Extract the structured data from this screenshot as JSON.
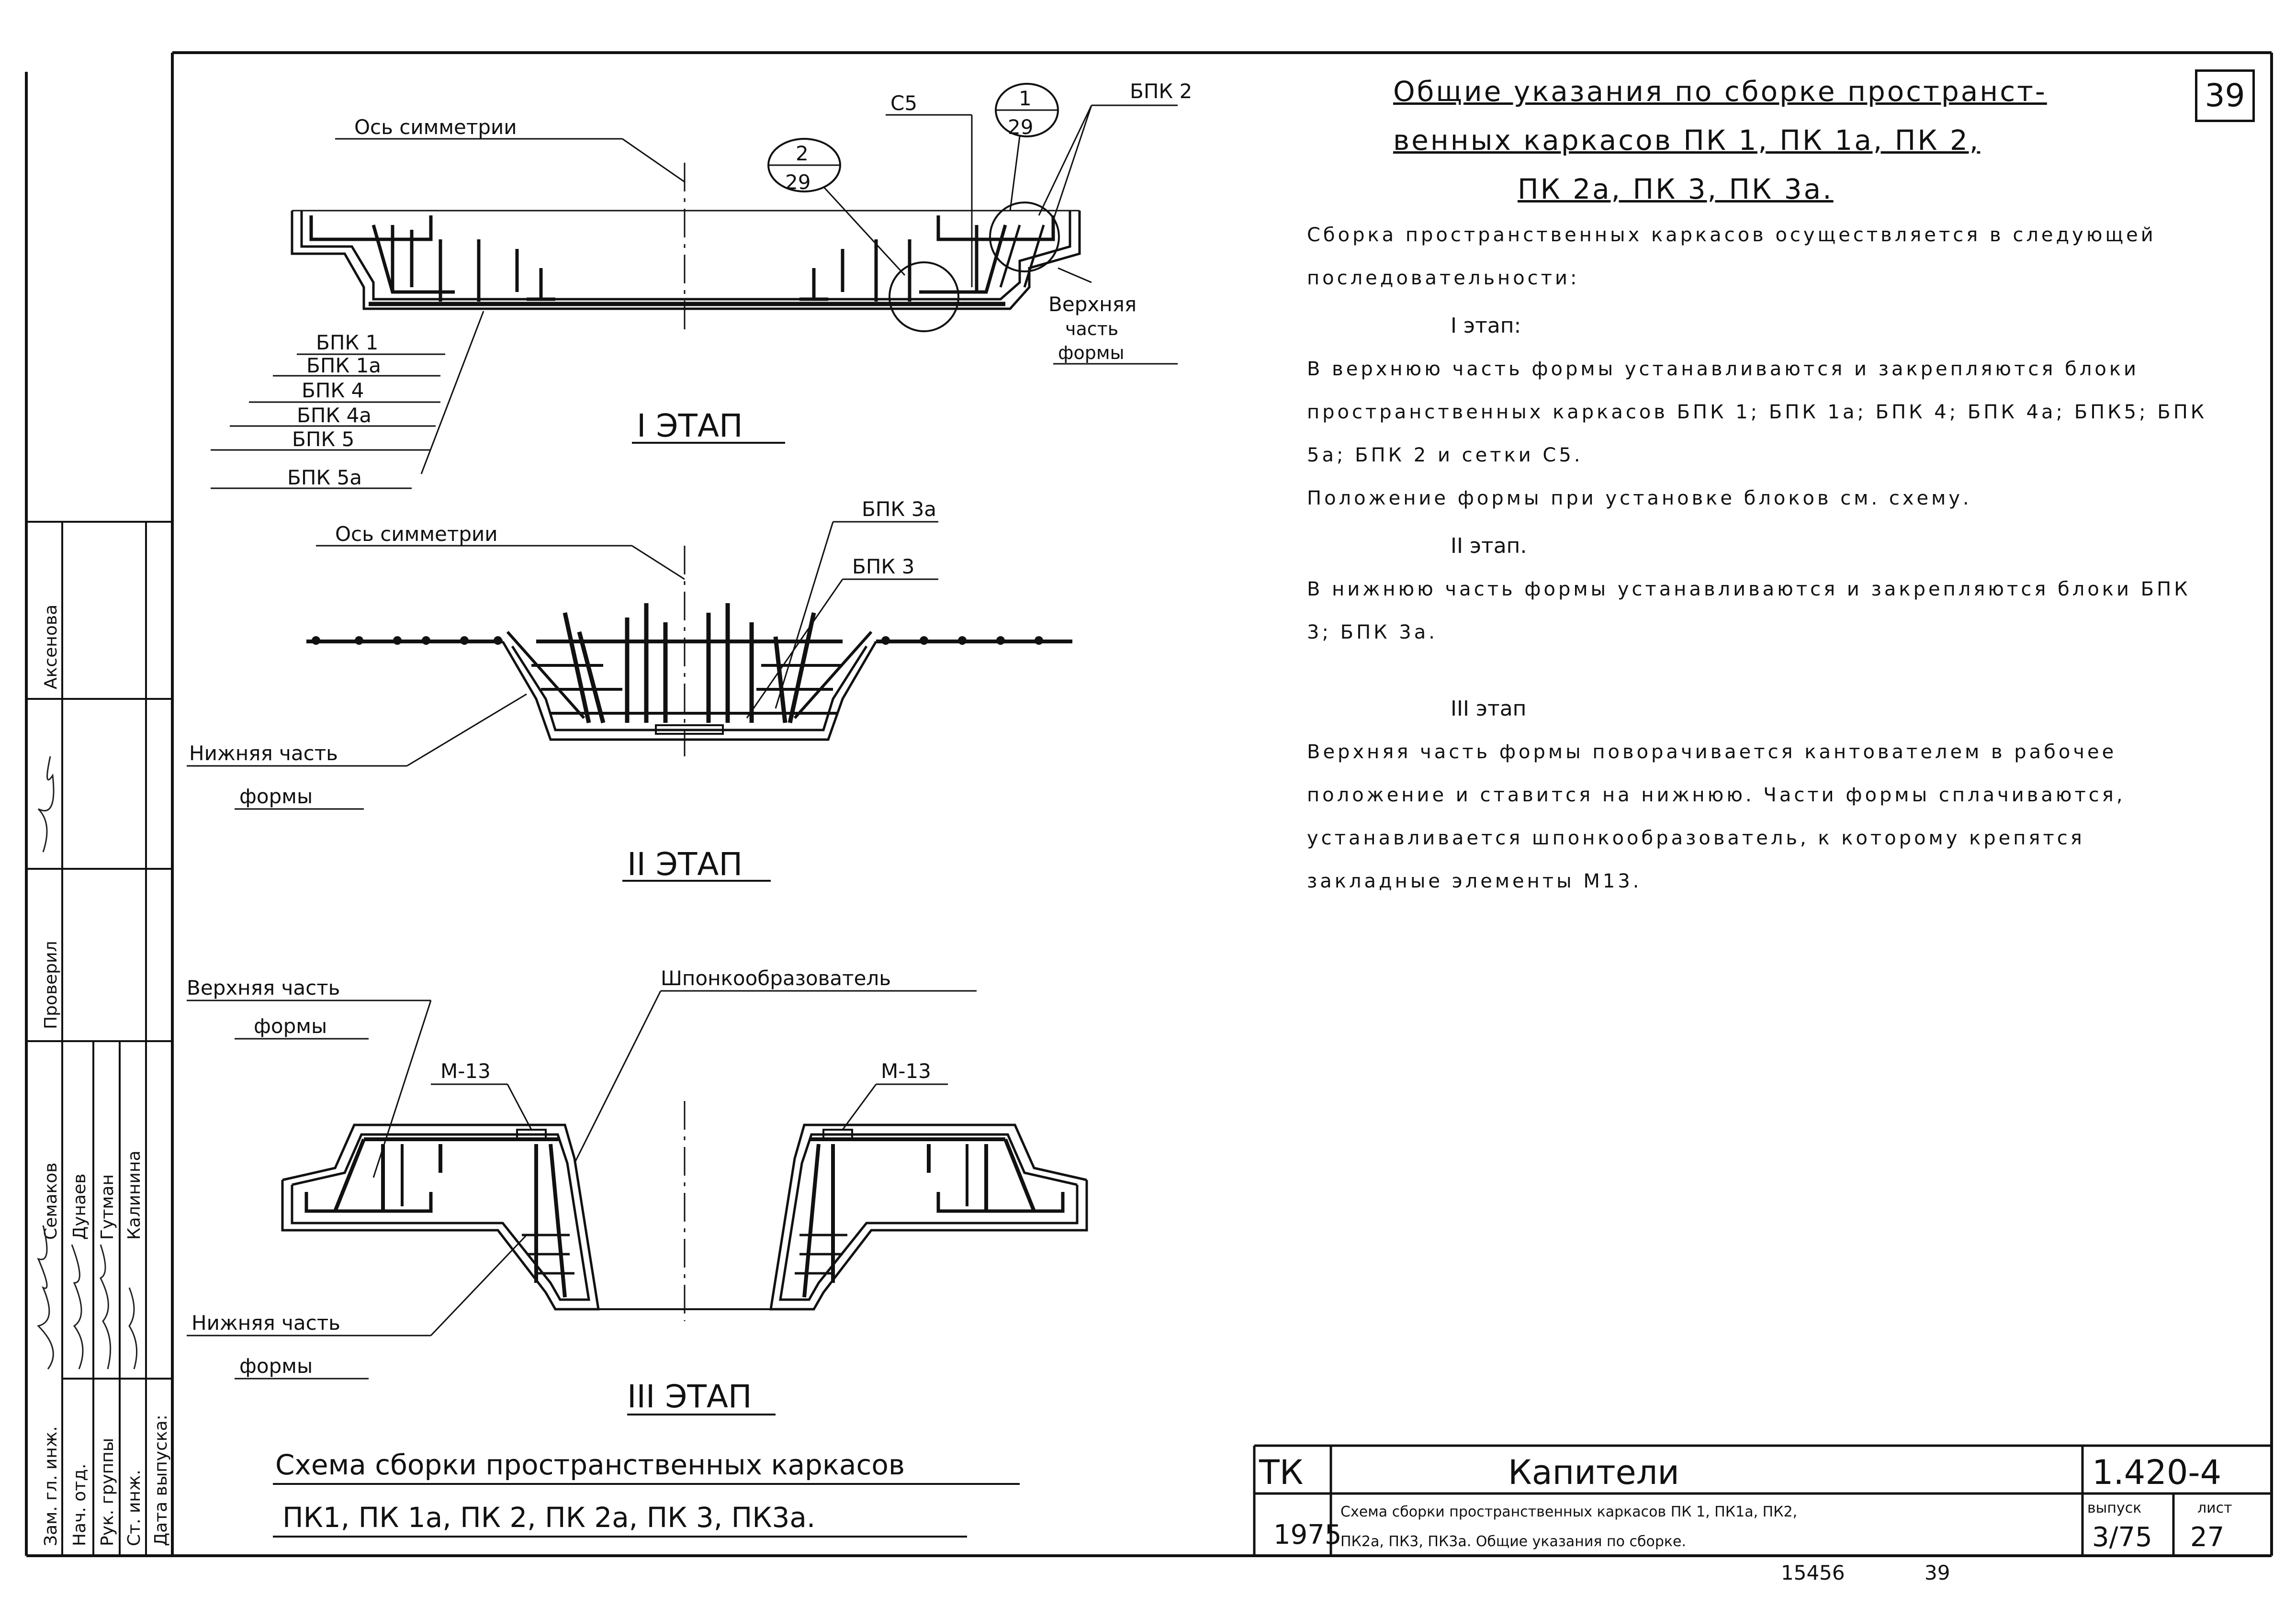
{
  "sheet_number": "39",
  "diagram": {
    "stage1": {
      "axis_label": "Ось   симметрии",
      "c5": "С5",
      "callout1_num": "1",
      "callout1_den": "29",
      "callout2_num": "2",
      "callout2_den": "29",
      "bpk2": "БПК 2",
      "top_part": [
        "Верхняя",
        "часть",
        "формы"
      ],
      "blocks": [
        "БПК 1",
        "БПК 1а",
        "БПК 4",
        "БПК 4а",
        "БПК 5",
        "БПК 5а"
      ],
      "stage_label": "I ЭТАП"
    },
    "stage2": {
      "axis_label": "Ось   симметрии",
      "bpk3a": "БПК 3а",
      "bpk3": "БПК 3",
      "bottom_part_1": "Нижняя   часть",
      "bottom_part_2": "формы",
      "stage_label": "II ЭТАП"
    },
    "stage3": {
      "top_part_1": "Верхняя   часть",
      "top_part_2": "формы",
      "key_former": "Шпонкообразователь",
      "m13_left": "М-13",
      "m13_right": "М-13",
      "bottom_part_1": "Нижняя   часть",
      "bottom_part_2": "формы",
      "stage_label": "III ЭТАП"
    },
    "caption_1": "Схема  сборки  пространственных    каркасов",
    "caption_2": "ПК1,  ПК 1а,   ПК 2,   ПК 2а,   ПК 3,   ПК3а."
  },
  "notes": {
    "title_1": "Общие указания по сборке пространст-",
    "title_2": "венных  каркасов  ПК 1, ПК 1а, ПК 2,",
    "title_3": "ПК 2а,  ПК 3,  ПК 3а.",
    "intro": "Сборка пространственных каркасов осуществляется в следующей последовательности:",
    "stage1_head": "I  этап:",
    "stage1_text": "В верхнюю часть формы устанавливаются и закрепляются блоки пространственных каркасов БПК 1; БПК 1а; БПК 4; БПК 4а; БПК5; БПК 5а; БПК 2 и сетки С5.",
    "stage1_note": "Положение формы при установке блоков см. схему.",
    "stage2_head": "II  этап.",
    "stage2_text": "В нижнюю часть формы устанавливаются и закрепляются блоки БПК 3; БПК 3а.",
    "stage3_head": "III  этап",
    "stage3_text": "Верхняя часть формы поворачивается кантователем в рабочее положение и ставится на нижнюю. Части формы сплачиваются, устанавливается шпонкообразователь, к которому крепятся закладные элементы М13."
  },
  "side_stamp": {
    "roles": [
      "Зам. гл. инж.",
      "Нач. отд.",
      "Рук. группы",
      "Ст. инж.",
      "Дата выпуска:"
    ],
    "names": [
      "Семаков",
      "Дунаев",
      "Гутман",
      "Калинина"
    ],
    "checked": "Проверил",
    "checked_name": "Аксенова"
  },
  "title_block": {
    "series": "ТК",
    "year": "1975",
    "product": "Капители",
    "code": "1.420-4",
    "description_1": "Схема сборки пространственных каркасов ПК 1, ПК1а, ПК2,",
    "description_2": "ПК2а, ПК3, ПК3а. Общие указания по сборке.",
    "issue_label": "выпуск",
    "issue_value": "3/75",
    "sheet_label": "лист",
    "sheet_value": "27"
  },
  "footer": {
    "inventory": "15456",
    "page": "39"
  }
}
